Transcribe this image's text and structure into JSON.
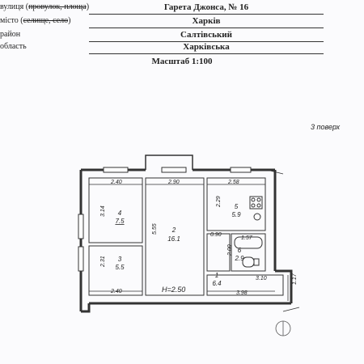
{
  "header": {
    "street_label_prefix": "вулиця (",
    "street_label_strike": "провулок, площа",
    "street_label_suffix": ")",
    "street_value": "Гарета Джонса, № 16",
    "city_label_prefix": "місто (",
    "city_label_strike": "селище, село",
    "city_label_suffix": ")",
    "city_value": "Харків",
    "district_label": "район",
    "district_value": "Салтівський",
    "region_label": "область",
    "region_value": "Харківська"
  },
  "scale": "Масштаб 1:100",
  "floor": "3 поверх",
  "plan": {
    "rooms": [
      {
        "num": "4",
        "area": "7.5"
      },
      {
        "num": "3",
        "area": "5.5"
      },
      {
        "num": "2",
        "area": "16.1"
      },
      {
        "num": "5",
        "area": "5.9"
      },
      {
        "num": "6",
        "area": "2.9"
      },
      {
        "num": "1",
        "area": "6.4"
      }
    ],
    "dims": {
      "room4_width": "2.40",
      "room4_height": "3.14",
      "room3_height": "2.31",
      "room3_width": "2.40",
      "room2_width": "2.90",
      "room2_height": "5.55",
      "room5_width": "2.58",
      "room5_height": "2.29",
      "wc_small": "0.90",
      "bath_width": "1.57",
      "corridor_height": "2.00",
      "room6_width": "3.10",
      "corridor_width": "3.98",
      "tail_height": "1.17"
    },
    "ceiling_height": "H=2.50"
  }
}
